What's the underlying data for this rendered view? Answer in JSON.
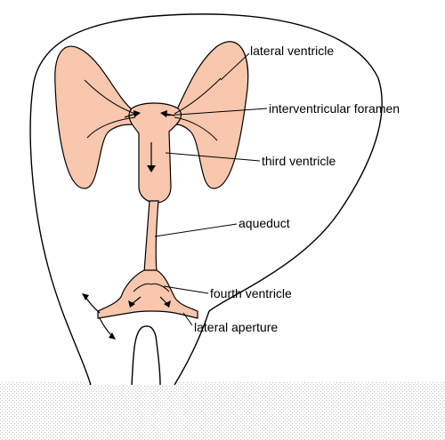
{
  "diagram": {
    "labels": {
      "lateral_ventricle": "lateral ventricle",
      "interventricular_foramen": "interventricular foramen",
      "third_ventricle": "third ventricle",
      "aqueduct": "aqueduct",
      "fourth_ventricle": "fourth ventricle",
      "lateral_aperture": "lateral aperture"
    },
    "colors": {
      "ventricle_fill": "#f8c7ad",
      "outline": "#000000",
      "background": "#ffffff",
      "dither": "#c8c8c8"
    }
  }
}
